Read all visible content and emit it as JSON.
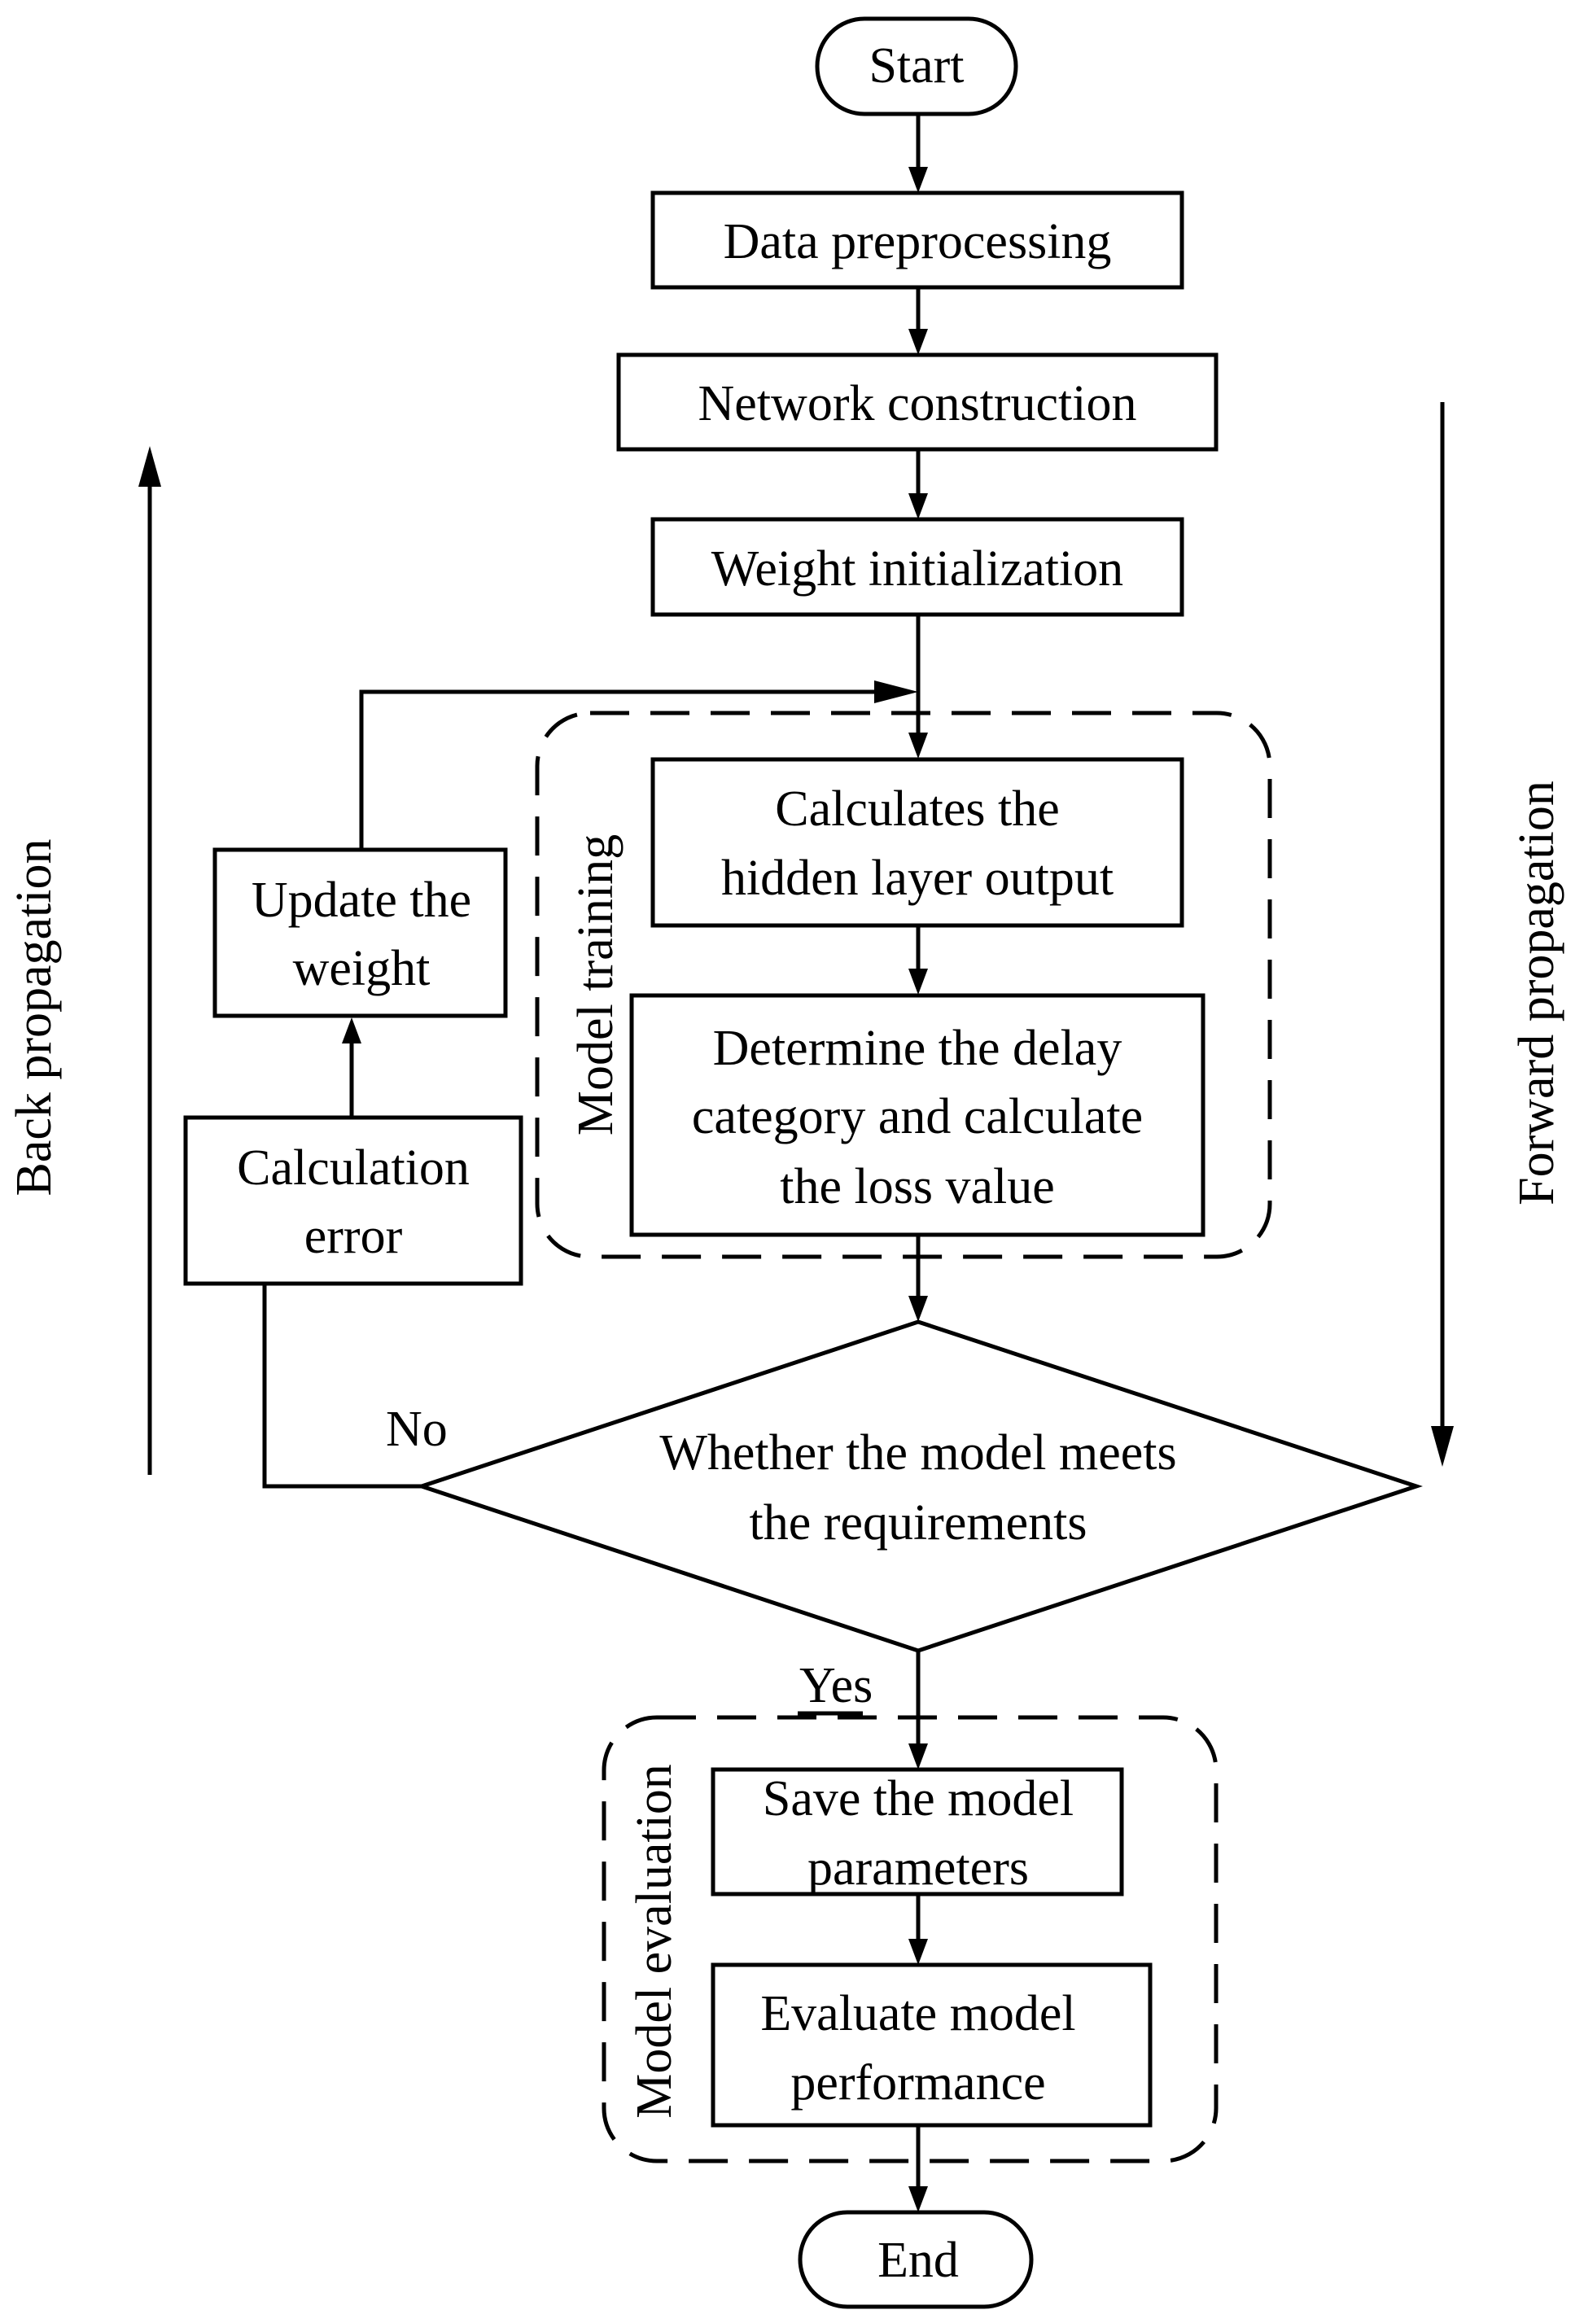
{
  "nodes": {
    "start": "Start",
    "preprocess": "Data preprocessing",
    "construct": "Network construction",
    "init": "Weight initialization",
    "hidden": [
      "Calculates the",
      "hidden layer output"
    ],
    "loss": [
      "Determine the delay",
      "category and calculate",
      "the loss value"
    ],
    "decision": [
      "Whether the model meets",
      "the requirements"
    ],
    "error": [
      "Calculation",
      "error"
    ],
    "update": [
      "Update the",
      "weight"
    ],
    "save": [
      "Save the model",
      "parameters"
    ],
    "evaluate": [
      "Evaluate model",
      "performance"
    ],
    "end": "End"
  },
  "labels": {
    "no": "No",
    "yes": "Yes",
    "training_group": "Model training",
    "evaluation_group": "Model evaluation",
    "back": "Back propagation",
    "forward": "Forward propagation"
  }
}
